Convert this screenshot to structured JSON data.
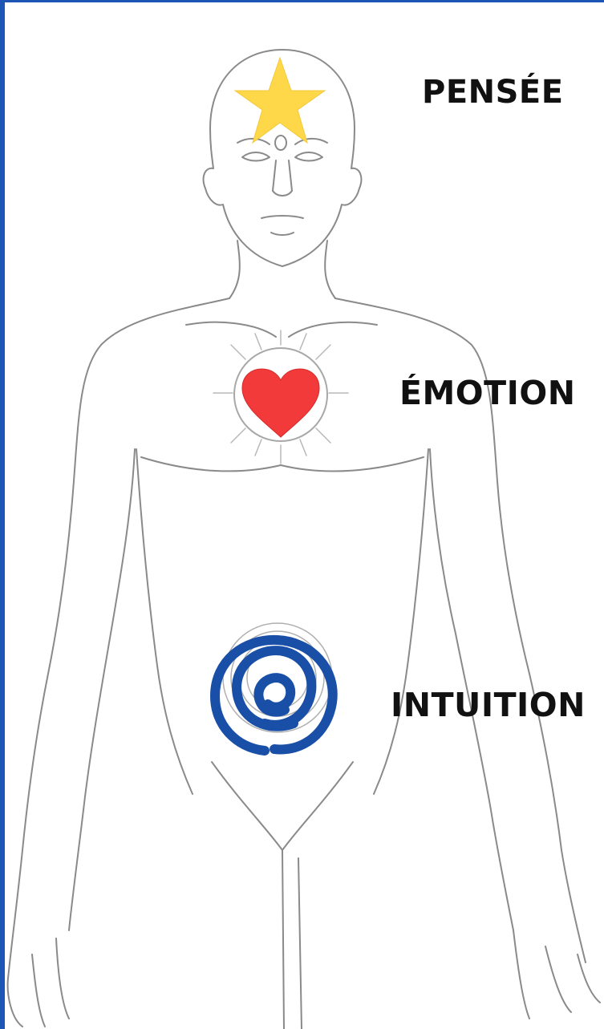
{
  "labels": {
    "thought": "PENSÉE",
    "emotion": "ÉMOTION",
    "intuition": "INTUITION"
  },
  "symbols": {
    "head": {
      "icon": "star-icon",
      "color": "#ffd84a"
    },
    "chest": {
      "icon": "heart-icon",
      "color": "#f23a3a"
    },
    "belly": {
      "icon": "spiral-icon",
      "color": "#1a4fa8"
    }
  },
  "colors": {
    "frame": "#1f55b5",
    "outline": "#8a8a8a"
  }
}
